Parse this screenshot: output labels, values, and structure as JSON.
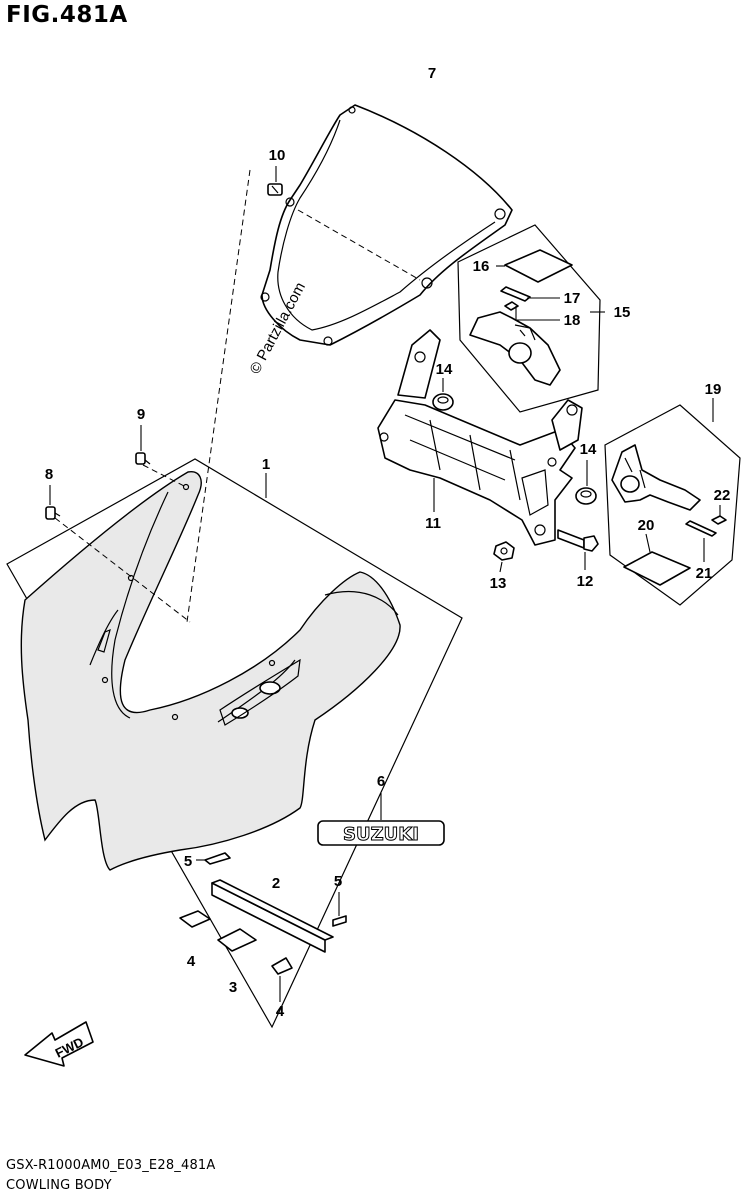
{
  "figure": {
    "title": "FIG.481A",
    "code": "GSX-R1000AM0_E03_E28_481A",
    "name": "COWLING BODY",
    "watermark": "© Partzilla.com",
    "emblem_text": "SUZUKI",
    "fwd_label": "FWD"
  },
  "callouts": [
    {
      "id": "c1",
      "label": "1"
    },
    {
      "id": "c2",
      "label": "2"
    },
    {
      "id": "c3",
      "label": "3"
    },
    {
      "id": "c4a",
      "label": "4"
    },
    {
      "id": "c4b",
      "label": "4"
    },
    {
      "id": "c5a",
      "label": "5"
    },
    {
      "id": "c5b",
      "label": "5"
    },
    {
      "id": "c6",
      "label": "6"
    },
    {
      "id": "c7",
      "label": "7"
    },
    {
      "id": "c8",
      "label": "8"
    },
    {
      "id": "c9",
      "label": "9"
    },
    {
      "id": "c10",
      "label": "10"
    },
    {
      "id": "c11",
      "label": "11"
    },
    {
      "id": "c12",
      "label": "12"
    },
    {
      "id": "c13",
      "label": "13"
    },
    {
      "id": "c14a",
      "label": "14"
    },
    {
      "id": "c14b",
      "label": "14"
    },
    {
      "id": "c15",
      "label": "15"
    },
    {
      "id": "c16",
      "label": "16"
    },
    {
      "id": "c17",
      "label": "17"
    },
    {
      "id": "c18",
      "label": "18"
    },
    {
      "id": "c19",
      "label": "19"
    },
    {
      "id": "c20",
      "label": "20"
    },
    {
      "id": "c21",
      "label": "21"
    },
    {
      "id": "c22",
      "label": "22"
    }
  ]
}
